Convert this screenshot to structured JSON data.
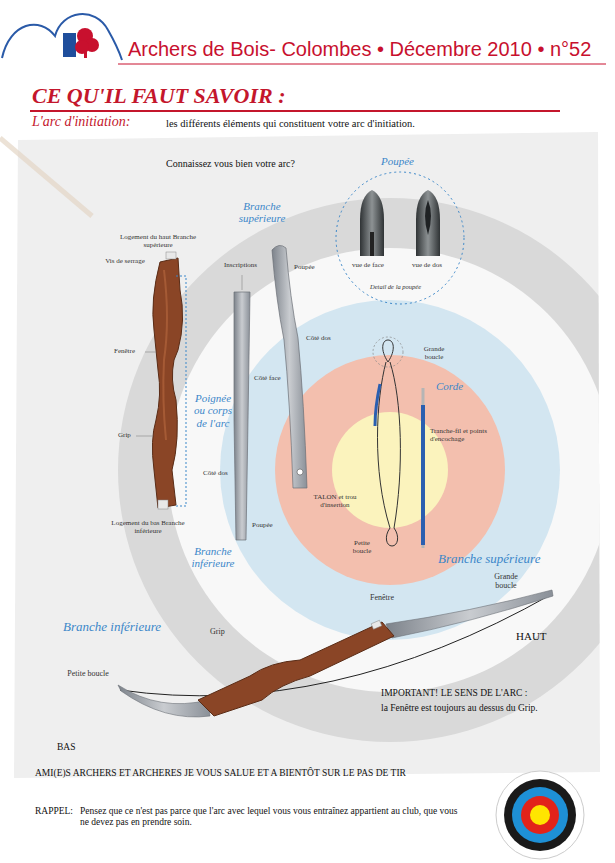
{
  "diagram": {
    "title": "Archers de Bois- Colombes • Décembre 2010 • n°52",
    "labels": [
      "CE QU'IL FAUT SAVOIR :",
      "L'arc d'initiation:",
      "les différents éléments qui constituent votre arc d'initiation.",
      "Connaissez vous bien votre arc?",
      "Poupée",
      "Branche supérieure",
      "Logement du haut Branche supérieure",
      "Vis de serrage",
      "Inscriptions",
      "Poupée",
      "vue de face",
      "vue de dos",
      "Detail de la poupée",
      "Grande boucle",
      "Côté dos",
      "Fenêtre",
      "Côté face",
      "Poignée ou corps de l'arc",
      "Corde",
      "Tranche-fil et points d'encochage",
      "Grip",
      "Côté dos",
      "TALON et trou d'insertion",
      "Poupée",
      "Logement du bas Branche inférieure",
      "Branche inférieure",
      "Petite boucle",
      "Branche supérieure",
      "Fenêtre",
      "Grande boucle",
      "HAUT",
      "Branche inférieure",
      "Grip",
      "Petite boucle",
      "IMPORTANT! LE SENS DE L'ARC :",
      "la Fenêtre est toujours au dessus du Grip.",
      "BAS",
      "AMI(E)S ARCHERS ET ARCHERES JE VOUS SALUE ET A BIENTÔT SUR LE PAS DE TIR",
      "RAPPEL:",
      "Pensez que ce n'est pas parce que l'arc avec lequel vous vous entraînez appartient au club, que vous ne devez pas en prendre soin."
    ]
  }
}
